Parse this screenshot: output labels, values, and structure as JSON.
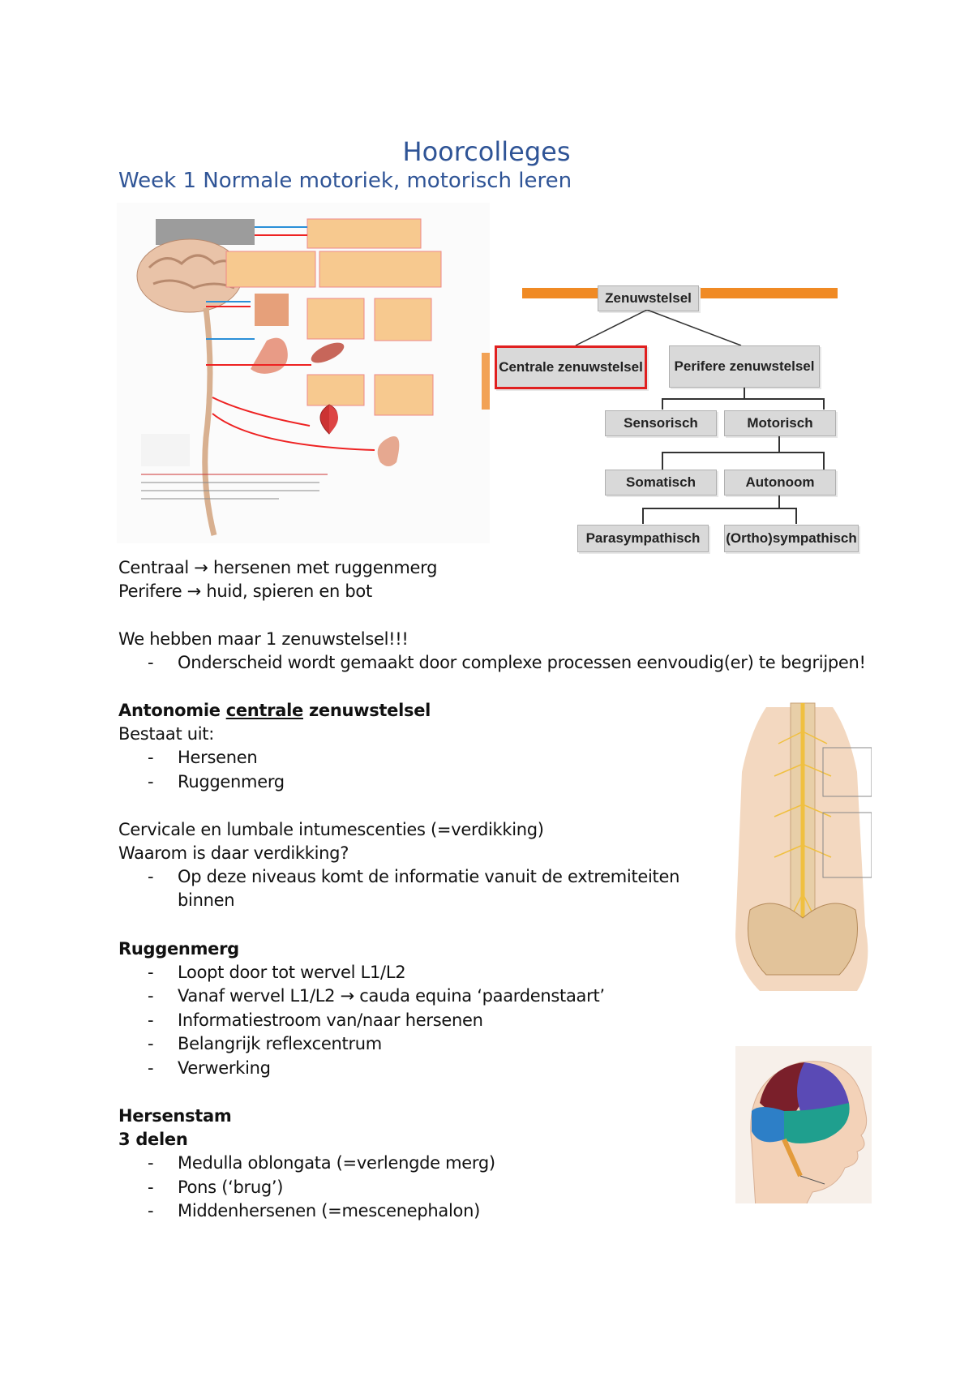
{
  "header": {
    "title": "Hoorcolleges",
    "subtitle": "Week 1 Normale motoriek, motorisch leren"
  },
  "orgchart": {
    "root": "Zenuwstelsel",
    "central": "Centrale zenuwstelsel",
    "peripheral": "Perifere zenuwstelsel",
    "sensory": "Sensorisch",
    "motor": "Motorisch",
    "somatic": "Somatisch",
    "autonomic": "Autonoom",
    "parasympathetic": "Parasympathisch",
    "sympathetic": "(Ortho)sympathisch",
    "colors": {
      "accent_bar": "#f08a24",
      "box_fill": "#d9d9d9",
      "highlight": "#e02020"
    }
  },
  "content": {
    "line1": "Centraal → hersenen met ruggenmerg",
    "line2": "Perifere → huid, spieren en bot",
    "line3": "We hebben maar 1 zenuwstelsel!!!",
    "bullet1": "Onderscheid wordt gemaakt door complexe processen eenvoudig(er) te begrijpen!",
    "heading1_a": "Antonomie ",
    "heading1_b": "centrale",
    "heading1_c": " zenuwstelsel",
    "bestaat": "Bestaat uit:",
    "b_hersenen": "Hersenen",
    "b_ruggenmerg": "Ruggenmerg",
    "cervicale": "Cervicale en lumbale intumescenties (=verdikking)",
    "waarom": "Waarom is daar verdikking?",
    "b_niveaus1": "Op deze niveaus komt de informatie vanuit de extremiteiten",
    "b_niveaus2": "binnen",
    "heading2": "Ruggenmerg",
    "r1": "Loopt door tot wervel L1/L2",
    "r2": "Vanaf wervel L1/L2 → cauda equina ‘paardenstaart’",
    "r3": "Informatiestroom van/naar hersenen",
    "r4": "Belangrijk reflexcentrum",
    "r5": "Verwerking",
    "heading3": "Hersenstam",
    "heading4": "3 delen",
    "h1": "Medulla oblongata (=verlengde merg)",
    "h2": "Pons (‘brug’)",
    "h3": "Middenhersenen  (=mescenephalon)",
    "dash": "-"
  }
}
